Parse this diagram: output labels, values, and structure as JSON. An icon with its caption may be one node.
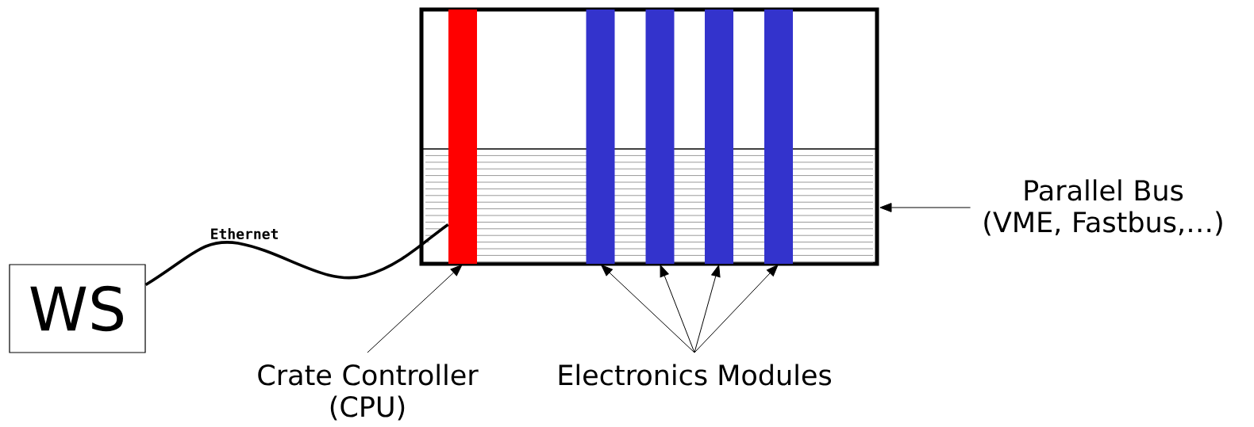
{
  "diagram": {
    "nodes": [
      {
        "text": [],
        "shape": "box"
      },
      {
        "text": [],
        "shape": "bar",
        "in": 0
      },
      {
        "text": [],
        "shape": "bar",
        "in": 0
      },
      {
        "text": [],
        "shape": "bar",
        "in": 0
      },
      {
        "text": [],
        "shape": "bar",
        "in": 0
      },
      {
        "text": [],
        "shape": "bar",
        "in": 0
      },
      {
        "text": [
          "WS"
        ]
      },
      {
        "text": [
          "Crate Controller (CPU)"
        ]
      },
      {
        "text": [
          "Electronics Modules"
        ]
      },
      {
        "text": [
          "Parallel Bus (VME, Fastbus,…)"
        ]
      }
    ],
    "edges": [
      {
        "from": 6,
        "to": 1,
        "arrow": "none",
        "label": "Ethernet",
        "style": "thick"
      },
      {
        "from": 7,
        "to": 1,
        "arrow": "to"
      },
      {
        "from": 8,
        "to": 2,
        "arrow": "to"
      },
      {
        "from": 8,
        "to": 3,
        "arrow": "to"
      },
      {
        "from": 8,
        "to": 4,
        "arrow": "to"
      },
      {
        "from": 8,
        "to": 5,
        "arrow": "to"
      },
      {
        "from": 9,
        "to": 0,
        "arrow": "to"
      }
    ]
  }
}
